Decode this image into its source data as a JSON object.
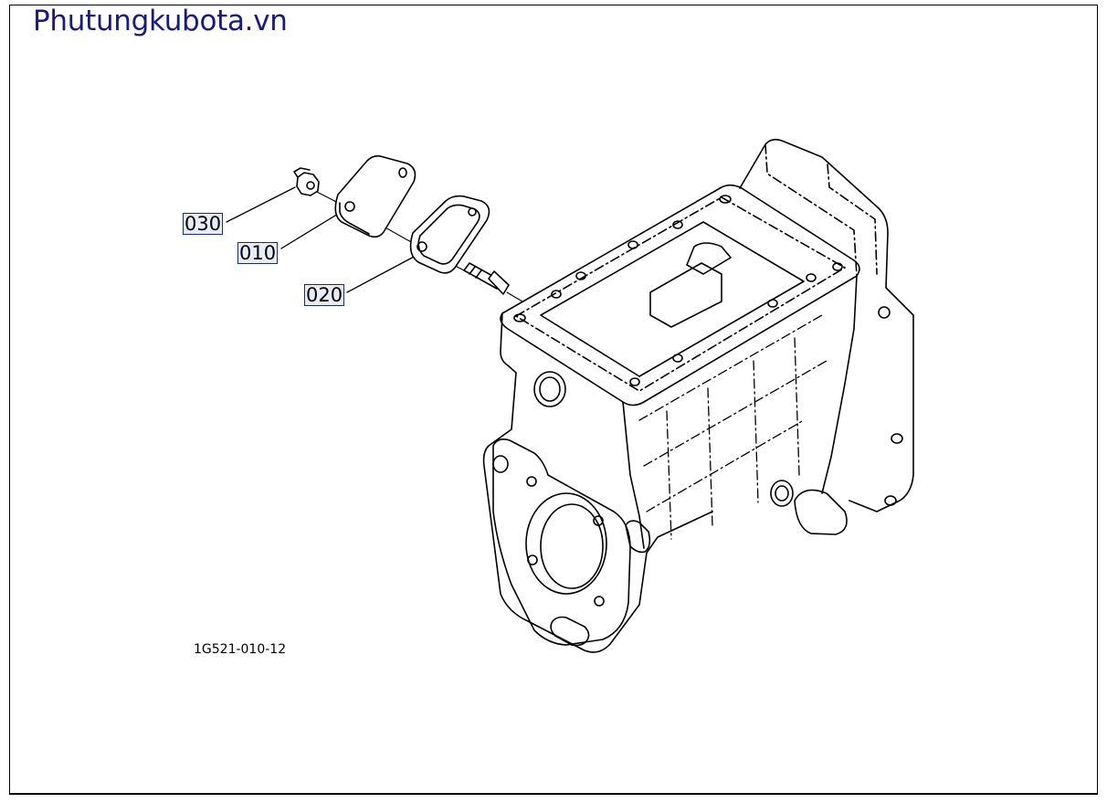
{
  "site": {
    "brand": "Phutungkubota.vn"
  },
  "callouts": [
    {
      "id": "030"
    },
    {
      "id": "010"
    },
    {
      "id": "020"
    }
  ],
  "figure": {
    "code": "1G521-010-12"
  },
  "parts": [
    {
      "ref": "030",
      "depicts": "nut"
    },
    {
      "ref": "010",
      "depicts": "cover-plate"
    },
    {
      "ref": "020",
      "depicts": "gasket"
    },
    {
      "ref": "",
      "depicts": "stud"
    },
    {
      "ref": "",
      "depicts": "transmission-case"
    }
  ]
}
